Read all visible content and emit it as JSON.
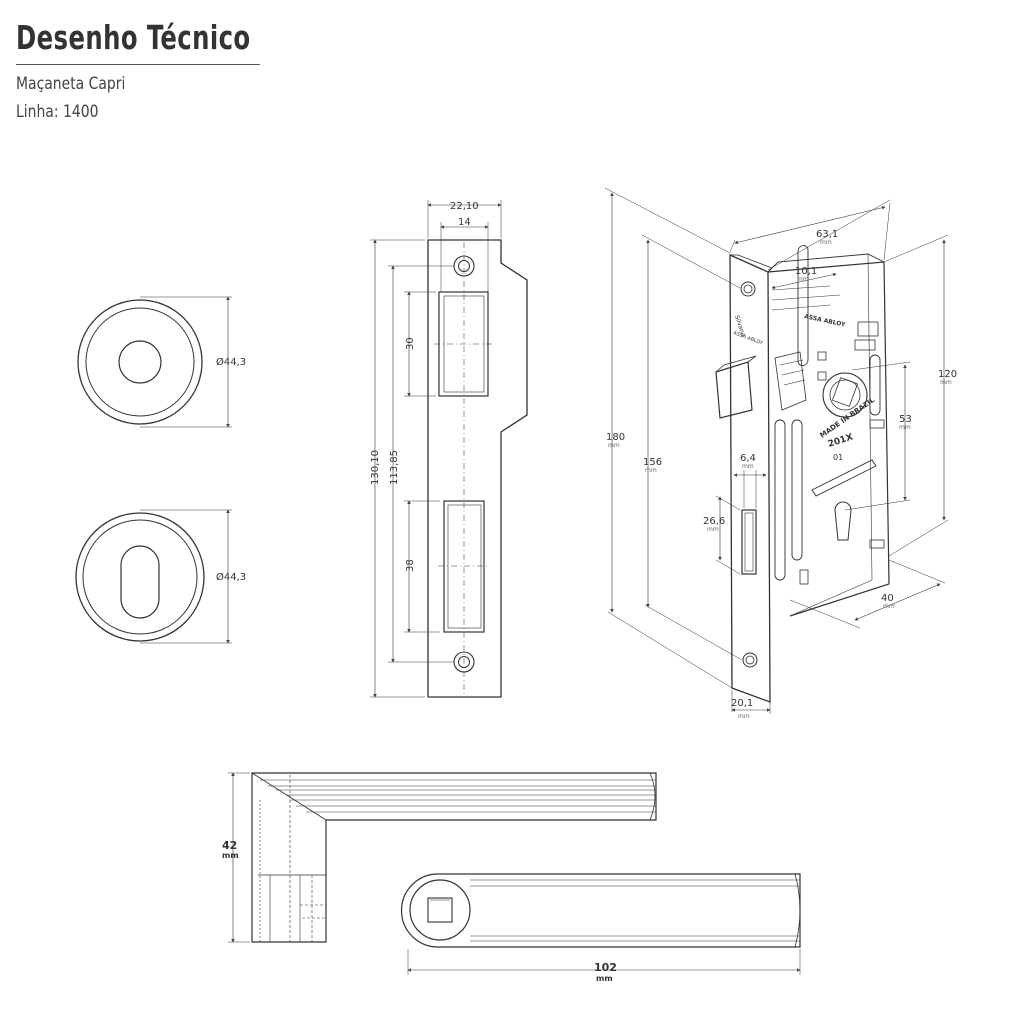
{
  "header": {
    "title": "Desenho Técnico",
    "product": "Maçaneta Capri",
    "line": "Linha: 1400"
  },
  "rosettes": {
    "round_diameter": "Ø44,3",
    "oval_diameter": "Ø44,3"
  },
  "strike_plate": {
    "width_total": "22,10",
    "width_inner": "14",
    "upper_slot": "30",
    "lower_slot": "38",
    "height_total": "130,10",
    "hole_distance": "113,85"
  },
  "lock_body": {
    "depth": "63,1",
    "backset_small": "10,1",
    "height_case": "120",
    "center_dist": "53",
    "faceplate_height": "180",
    "screw_distance": "156",
    "latch_width": "6,4",
    "bolt_height": "26,6",
    "backset": "40",
    "faceplate_width": "20,1",
    "unit": "mm",
    "brand_1": "Silvana",
    "brand_2": "ASSA ABLOY",
    "stamp_made_in": "MADE IN BRAZIL",
    "stamp_model": "201X",
    "stamp_code": "01"
  },
  "handle": {
    "height": "42",
    "length": "102",
    "unit": "mm"
  }
}
